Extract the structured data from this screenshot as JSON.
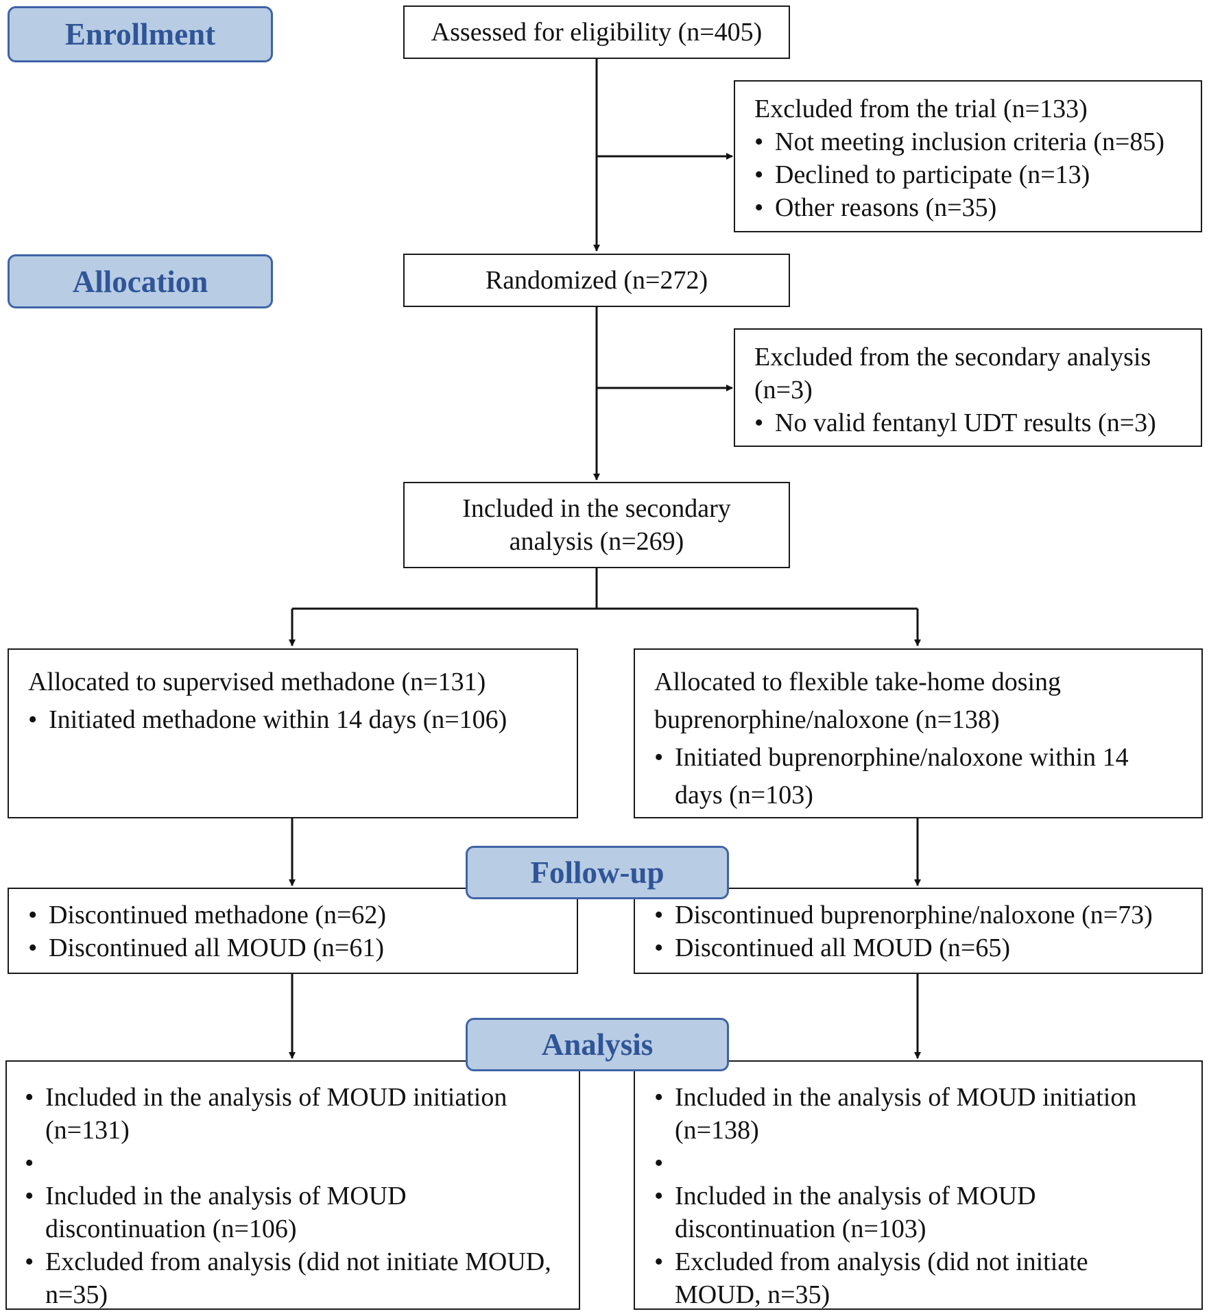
{
  "phases": {
    "enrollment": "Enrollment",
    "allocation": "Allocation",
    "follow_up": "Follow-up",
    "analysis": "Analysis"
  },
  "assessed": "Assessed for eligibility (n=405)",
  "excluded_trial": {
    "title": "Excluded from the trial (n=133)",
    "items": [
      "Not meeting inclusion criteria (n=85)",
      "Declined to participate (n=13)",
      "Other reasons (n=35)"
    ]
  },
  "randomized": "Randomized (n=272)",
  "excluded_secondary": {
    "title": "Excluded from the secondary analysis (n=3)",
    "items": [
      "No valid fentanyl UDT results (n=3)"
    ]
  },
  "included_secondary": {
    "line1": "Included in the secondary",
    "line2": "analysis (n=269)"
  },
  "arm_methadone": {
    "allocated": "Allocated to supervised methadone (n=131)",
    "initiated": "Initiated methadone within 14 days (n=106)",
    "followup": [
      "Discontinued methadone (n=62)",
      "Discontinued all MOUD (n=61)"
    ],
    "analysis_initiation": "Included in the analysis of MOUD initiation (n=131)",
    "analysis_discontinuation": "Included in the analysis of MOUD discontinuation (n=106)",
    "excluded": "Excluded from analysis (did not initiate MOUD, n=35)"
  },
  "arm_buprenorphine": {
    "allocated": "Allocated to flexible take-home dosing buprenorphine/naloxone (n=138)",
    "initiated": "Initiated buprenorphine/naloxone within 14 days (n=103)",
    "followup": [
      "Discontinued buprenorphine/naloxone (n=73)",
      "Discontinued all MOUD (n=65)"
    ],
    "analysis_initiation": "Included in the analysis of MOUD initiation (n=138)",
    "analysis_discontinuation": "Included in the analysis of MOUD discontinuation (n=103)",
    "excluded": "Excluded from analysis (did not initiate MOUD, n=35)"
  }
}
